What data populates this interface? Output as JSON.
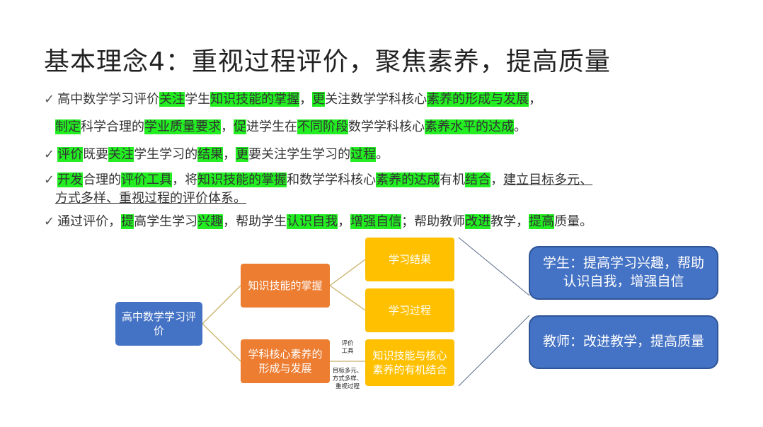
{
  "title": "基本理念4：重视过程评价，聚焦素养，提高质量",
  "check_mark": "✓",
  "bullets": [
    {
      "segments": [
        {
          "t": "高中数学学习评价"
        },
        {
          "t": "关注",
          "hl": true
        },
        {
          "t": "学生"
        },
        {
          "t": "知识技能的掌握",
          "hl": true
        },
        {
          "t": "，"
        },
        {
          "t": "更",
          "hl": true
        },
        {
          "t": "关注数学学科核心"
        },
        {
          "t": "素养的形成与发展",
          "hl": true
        },
        {
          "t": "，"
        }
      ]
    },
    {
      "segments": [
        {
          "t": "制定",
          "hl": true
        },
        {
          "t": "科学合理的"
        },
        {
          "t": "学业质量要求",
          "hl": true
        },
        {
          "t": "，"
        },
        {
          "t": "促",
          "hl": true
        },
        {
          "t": "进学生在"
        },
        {
          "t": "不同阶段",
          "hl": true
        },
        {
          "t": "数学学科核心"
        },
        {
          "t": "素养水平的达成",
          "hl": true
        },
        {
          "t": "。"
        }
      ]
    },
    {
      "segments": [
        {
          "t": "评价",
          "hl": true
        },
        {
          "t": "既要"
        },
        {
          "t": "关注",
          "hl": true
        },
        {
          "t": "学生学习的"
        },
        {
          "t": "结果",
          "hl": true
        },
        {
          "t": "，"
        },
        {
          "t": "更",
          "hl": true
        },
        {
          "t": "要关注学生学习的"
        },
        {
          "t": "过程",
          "hl": true
        },
        {
          "t": "。"
        }
      ]
    },
    {
      "segments": [
        {
          "t": "开发",
          "hl": true
        },
        {
          "t": "合理的"
        },
        {
          "t": "评价工具",
          "hl": true
        },
        {
          "t": "，将"
        },
        {
          "t": "知识技能的掌握",
          "hl": true
        },
        {
          "t": "和数学学科核心"
        },
        {
          "t": "素养的达成",
          "hl": true
        },
        {
          "t": "有机"
        },
        {
          "t": "结合",
          "hl": true
        },
        {
          "t": "，"
        },
        {
          "t": "建立目标多元、",
          "ul": true
        }
      ]
    },
    {
      "segments": [
        {
          "t": "方式多样、重视过程的评价体系。",
          "ul": true
        }
      ]
    },
    {
      "segments": [
        {
          "t": "通过评价，"
        },
        {
          "t": "提",
          "hl": true
        },
        {
          "t": "高学生学习"
        },
        {
          "t": "兴趣",
          "hl": true
        },
        {
          "t": "，帮助学生"
        },
        {
          "t": "认识自我",
          "hl": true
        },
        {
          "t": "，"
        },
        {
          "t": "增强自信",
          "hl": true
        },
        {
          "t": "；帮助教师"
        },
        {
          "t": "改进",
          "hl": true
        },
        {
          "t": "教学，"
        },
        {
          "t": "提高",
          "hl": true
        },
        {
          "t": "质量。"
        }
      ]
    }
  ],
  "diagram": {
    "root": "高中数学学习评价",
    "knowledge": "知识技能的掌握",
    "literacy": "学科核心素养的形成与发展",
    "result": "学习结果",
    "process": "学习过程",
    "combine": "知识技能与核心素养的有机结合",
    "tool_label": "评价\n工具",
    "system_label": "目标多元、\n方式多样、\n重视过程",
    "student": "学生：提高学习兴趣，帮助认识自我，增强自信",
    "teacher": "教师：改进教学，提高质量"
  },
  "colors": {
    "highlight": "#22ee22",
    "blue": "#4472c4",
    "orange": "#ed7d31",
    "gold": "#ffc000"
  }
}
